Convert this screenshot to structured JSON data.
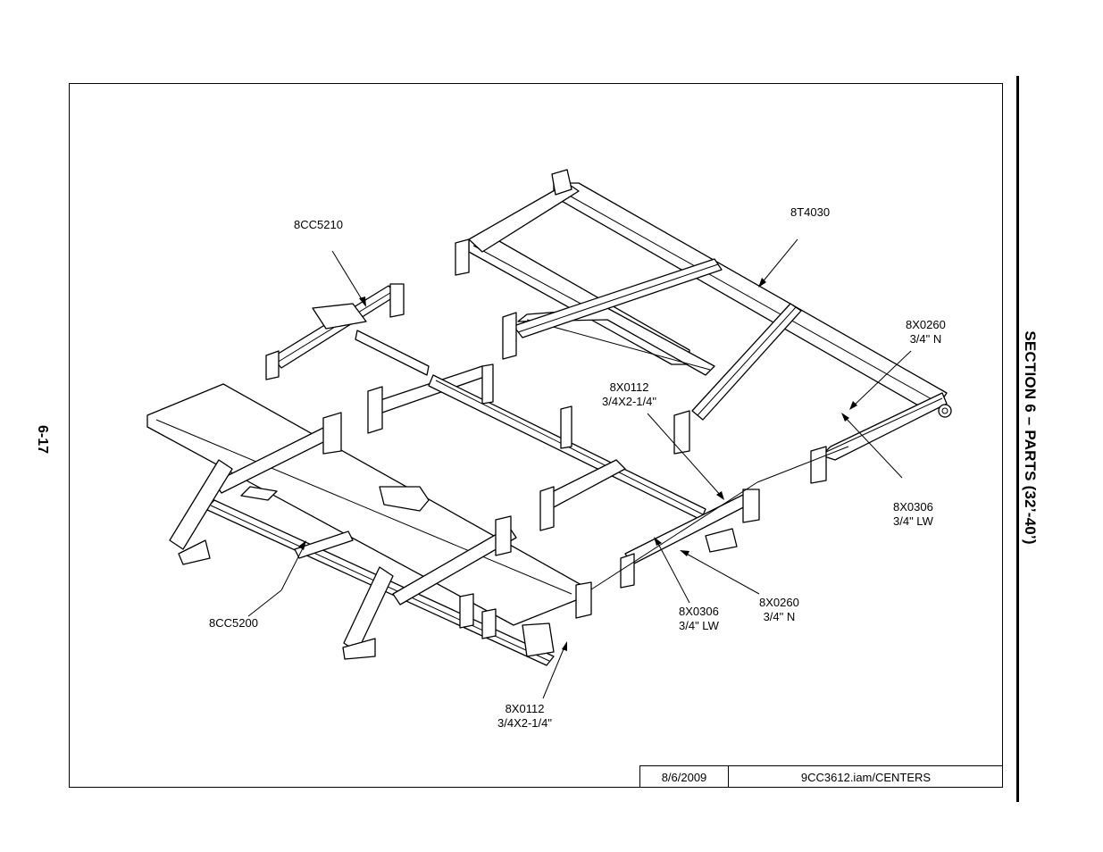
{
  "page": {
    "number": "6-17",
    "section": "SECTION 6 – PARTS (32’-40’)"
  },
  "title_block": {
    "date": "8/6/2009",
    "file": "9CC3612.iam/CENTERS"
  },
  "callouts": {
    "c_8cc5210": {
      "line1": "8CC5210"
    },
    "c_8t4030": {
      "line1": "8T4030"
    },
    "c_8x0260_a": {
      "line1": "8X0260",
      "line2": "3/4\" N"
    },
    "c_8x0112_a": {
      "line1": "8X0112",
      "line2": "3/4X2-1/4\""
    },
    "c_8x0306_a": {
      "line1": "8X0306",
      "line2": "3/4\" LW"
    },
    "c_8cc5200": {
      "line1": "8CC5200"
    },
    "c_8x0306_b": {
      "line1": "8X0306",
      "line2": "3/4\" LW"
    },
    "c_8x0260_b": {
      "line1": "8X0260",
      "line2": "3/4\" N"
    },
    "c_8x0112_b": {
      "line1": "8X0112",
      "line2": "3/4X2-1/4\""
    }
  }
}
